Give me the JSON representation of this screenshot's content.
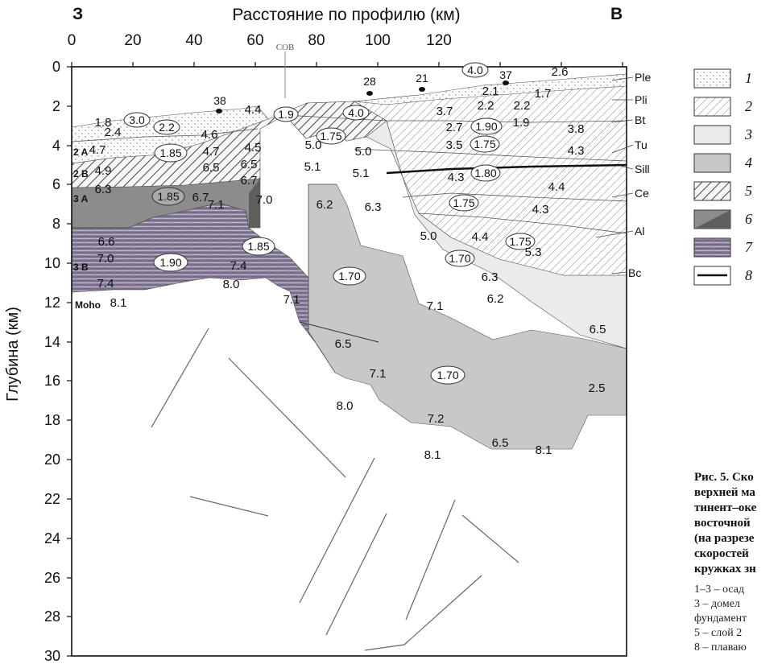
{
  "header": {
    "west": "З",
    "east": "В",
    "x_axis_title": "Расстояние по профилю (км)",
    "y_axis_title": "Глубина (км)",
    "x_ticks": [
      "0",
      "20",
      "40",
      "60",
      "80",
      "100",
      "120"
    ],
    "y_ticks": [
      "0",
      "2",
      "4",
      "6",
      "8",
      "10",
      "12",
      "14",
      "16",
      "18",
      "20",
      "22",
      "24",
      "26",
      "28",
      "30"
    ],
    "cob_label": "COB"
  },
  "horizons": [
    "Ple",
    "Pli",
    "Bt",
    "Tu",
    "Sill",
    "Ce",
    "Al",
    "Bc"
  ],
  "layer_labels": [
    "2 A",
    "2 B",
    "3 A",
    "3 B",
    "Moho"
  ],
  "stations": [
    "38",
    "28",
    "21",
    "37"
  ],
  "velocities": [
    "1.8",
    "2.4",
    "4.7",
    "4.9",
    "6.3",
    "6.6",
    "7.0",
    "7.4",
    "8.1",
    "4.6",
    "4.7",
    "6.5",
    "6.7",
    "7.1",
    "7.0",
    "7.4",
    "8.0",
    "4.4",
    "4.5",
    "6.5",
    "6.7",
    "7.1",
    "5.0",
    "5.1",
    "5.0",
    "5.1",
    "6.2",
    "6.3",
    "6.5",
    "7.1",
    "8.0",
    "5.0",
    "7.1",
    "7.2",
    "8.1",
    "6.5",
    "8.1",
    "3.7",
    "2.7",
    "3.5",
    "4.3",
    "4.3",
    "4.4",
    "4.4",
    "5.3",
    "6.3",
    "6.2",
    "6.5",
    "2.5",
    "2.1",
    "2.2",
    "2.2",
    "1.9",
    "1.7",
    "2.6",
    "3.8",
    "4.3"
  ],
  "densities": [
    "3.0",
    "2.2",
    "1.85",
    "1.85",
    "1.90",
    "1.85",
    "1.9",
    "4.0",
    "1.75",
    "1.70",
    "1.70",
    "4.0",
    "1.90",
    "1.75",
    "1.80",
    "1.75",
    "1.75",
    "1.70"
  ],
  "legend": [
    "1",
    "2",
    "3",
    "4",
    "5",
    "6",
    "7",
    "8"
  ],
  "caption": {
    "title_lines": [
      "Рис. 5. Ско",
      "верхней ма",
      "тинент–оке",
      "восточной",
      "(на разрезе",
      "скоростей",
      "кружках зн"
    ],
    "body_lines": [
      "1–3 – осад",
      "3 – домел",
      "фундамент",
      "5 – слой 2",
      "8 – плаваю"
    ]
  },
  "colors": {
    "light_fill": "#ebebeb",
    "medium_fill": "#c8c8c8",
    "dark_gray": "#8c8c8c",
    "purple_base": "#8a7f9a",
    "line": "#333333"
  }
}
